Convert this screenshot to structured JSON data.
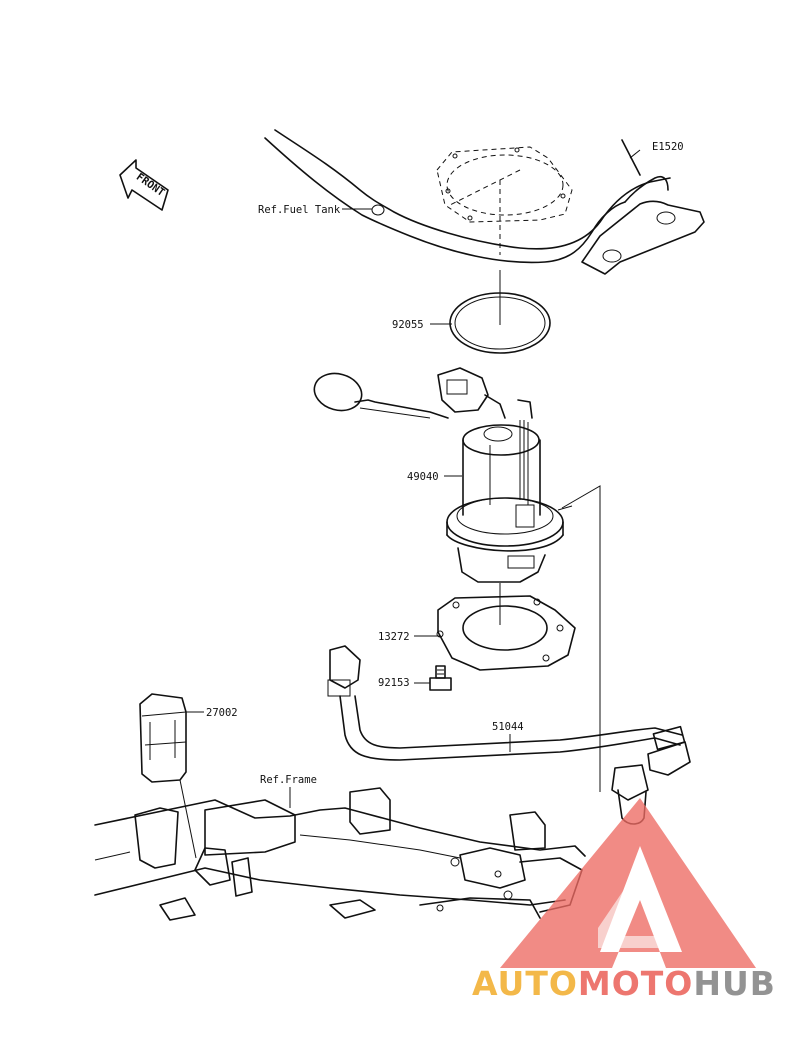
{
  "diagram": {
    "front_label": "FRONT",
    "labels": {
      "e1520": "E1520",
      "fuel_tank_ref": "Ref.Fuel Tank",
      "p92055": "92055",
      "p49040": "49040",
      "p13272": "13272",
      "p92153": "92153",
      "p27002": "27002",
      "p51044": "51044",
      "frame_ref": "Ref.Frame"
    }
  },
  "watermark": {
    "part1": "AUTO",
    "part2": "MOTO",
    "part3": "HUB",
    "colors": {
      "warm": "#f2b23a",
      "red": "#ec6b63",
      "gray": "#8a8a8a"
    }
  }
}
